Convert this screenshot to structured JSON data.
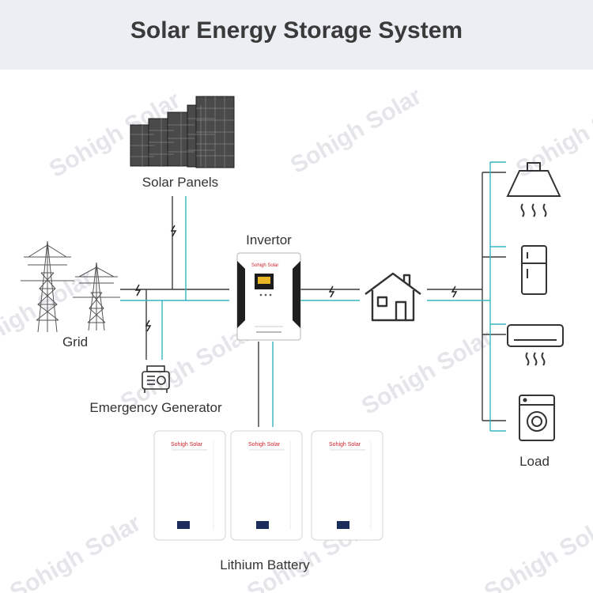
{
  "title": "Solar Energy Storage System",
  "labels": {
    "solar_panels": "Solar Panels",
    "invertor": "Invertor",
    "grid": "Grid",
    "emergency_generator": "Emergency Generator",
    "lithium_battery": "Lithium Battery",
    "load": "Load"
  },
  "watermark": "Sohigh Solar",
  "device_brand": "Sohigh Solar",
  "colors": {
    "header_bg": "#ebeef2",
    "line_dark": "#3b3b3b",
    "line_cyan": "#37b5bf",
    "icon": "#333333",
    "brand_red": "#d2232a"
  },
  "icons": [
    "solar-panel-icon",
    "transmission-tower-icon",
    "generator-icon",
    "inverter-icon",
    "house-icon",
    "range-hood-icon",
    "refrigerator-icon",
    "air-conditioner-icon",
    "washing-machine-icon",
    "battery-icon",
    "lightning-icon"
  ]
}
